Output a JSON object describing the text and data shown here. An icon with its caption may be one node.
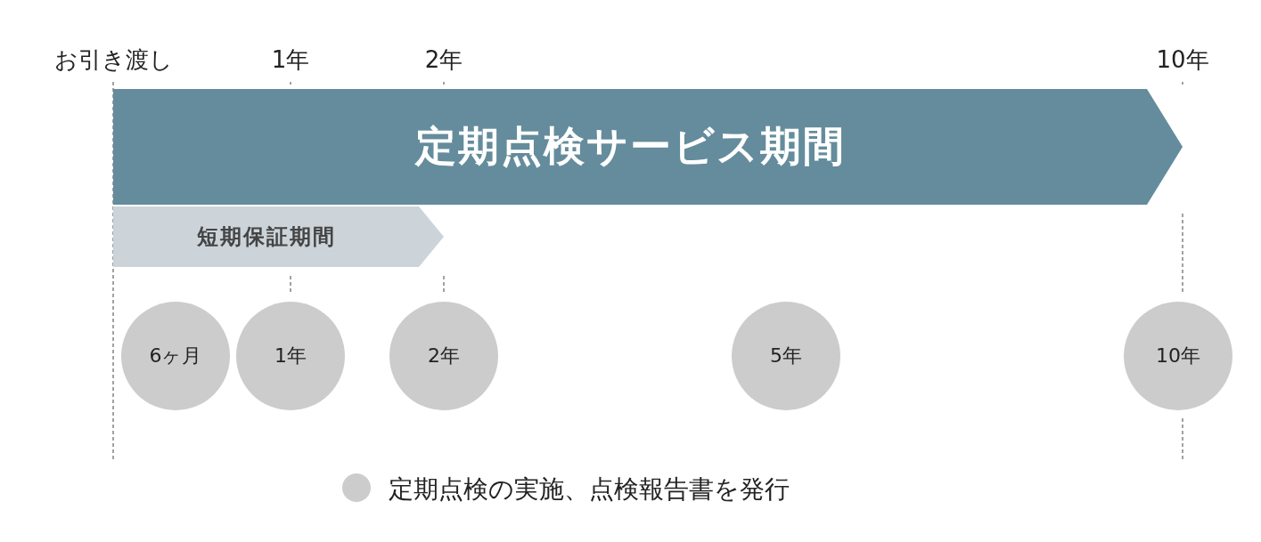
{
  "diagram": {
    "nodes": [
      {
        "text": [
          "定期点検サービス期間"
        ]
      },
      {
        "text": [
          "短期保証期間"
        ]
      },
      {
        "text": [
          "6ヶ月"
        ]
      },
      {
        "text": [
          "1年"
        ]
      },
      {
        "text": [
          "2年"
        ]
      },
      {
        "text": [
          "5年"
        ]
      },
      {
        "text": [
          "10年"
        ]
      }
    ],
    "labels": [
      "お引き渡し",
      "1年",
      "2年",
      "10年"
    ],
    "legend": [
      {
        "text": "定期点検の実施、点検報告書を発行",
        "color": "#cccccc"
      }
    ]
  }
}
